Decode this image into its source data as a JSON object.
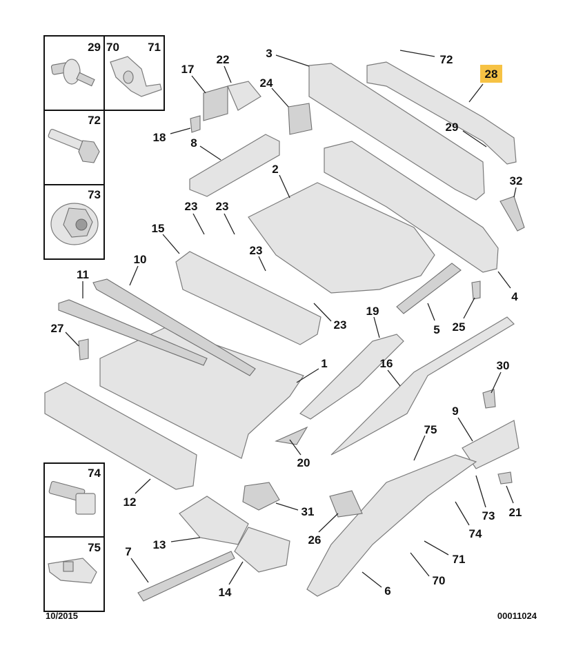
{
  "diagram": {
    "highlight_color": "#f6c244",
    "highlight_text_color": "#b07a00",
    "inset_boxes": [
      {
        "labels": [
          "29"
        ]
      },
      {
        "labels": [
          "70",
          "71"
        ]
      },
      {
        "labels": [
          "72"
        ]
      },
      {
        "labels": [
          "73"
        ]
      },
      {
        "labels": [
          "74"
        ]
      },
      {
        "labels": [
          "75"
        ]
      }
    ],
    "callouts": [
      "3",
      "72",
      "28",
      "29",
      "17",
      "22",
      "24",
      "18",
      "8",
      "2",
      "32",
      "23",
      "23",
      "23",
      "23",
      "15",
      "10",
      "11",
      "4",
      "5",
      "25",
      "19",
      "27",
      "1",
      "16",
      "30",
      "9",
      "75",
      "20",
      "12",
      "31",
      "74",
      "73",
      "21",
      "26",
      "13",
      "71",
      "7",
      "70",
      "14",
      "6"
    ],
    "highlighted_part": "28",
    "footer": {
      "date": "10/2015",
      "ref": "00011024"
    }
  }
}
